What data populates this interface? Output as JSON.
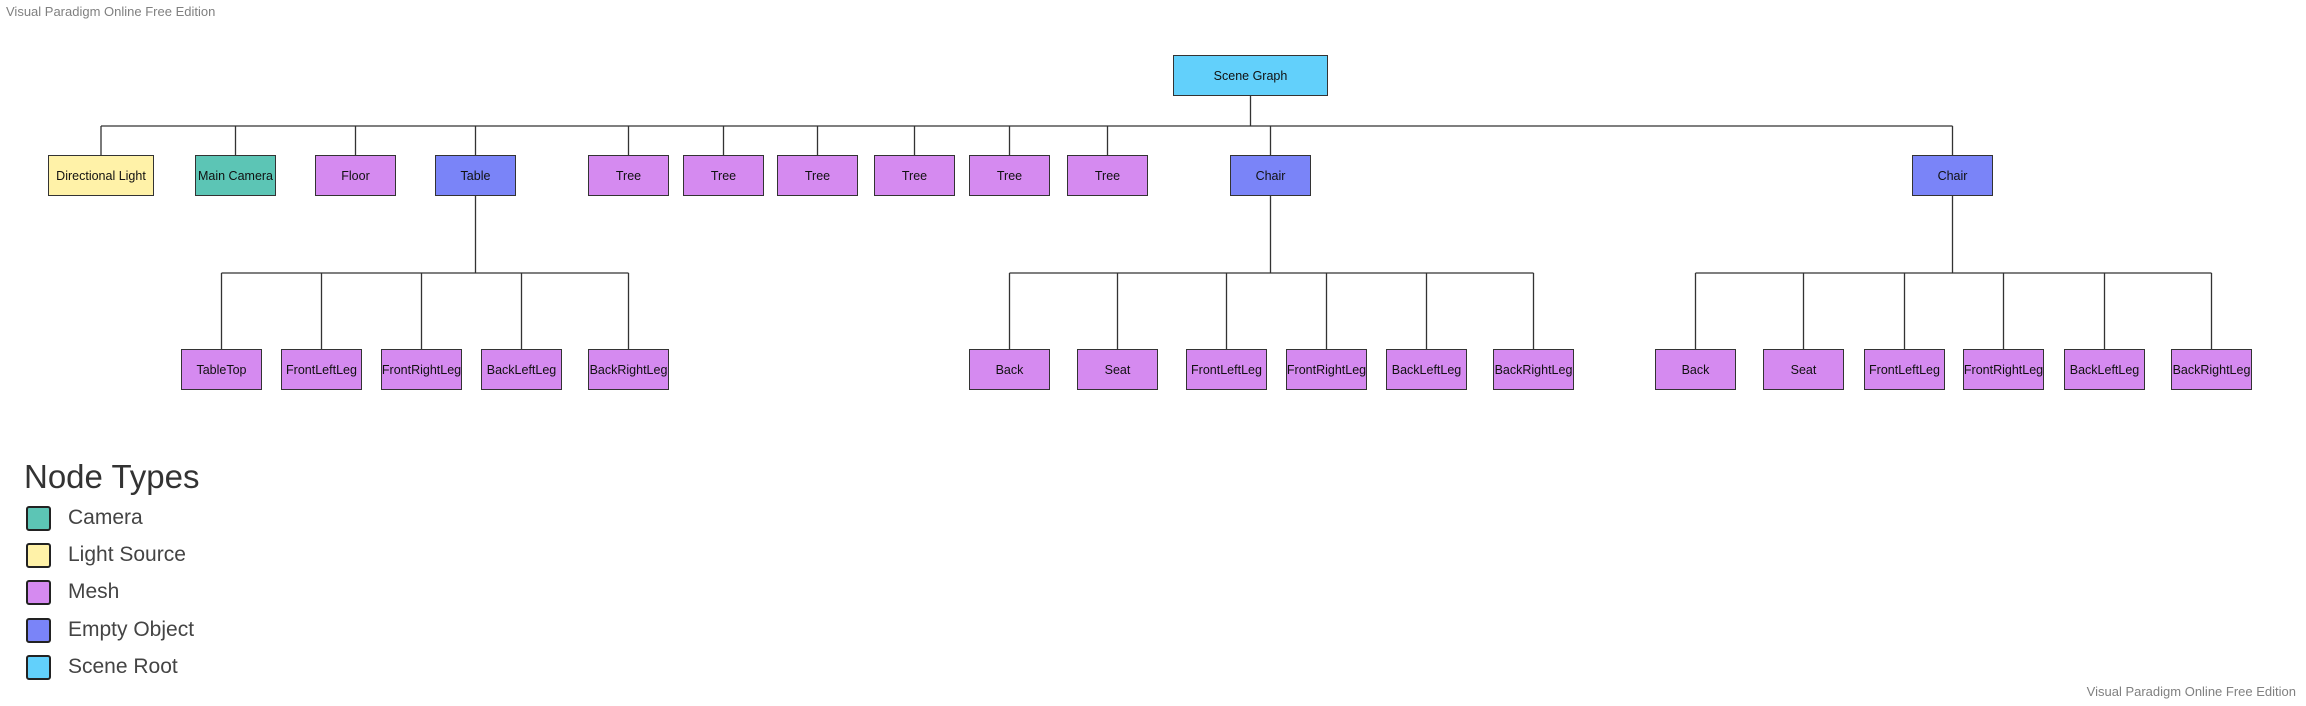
{
  "watermark": "Visual Paradigm Online Free Edition",
  "colors": {
    "camera": "#5cc5b5",
    "light": "#fff2a8",
    "mesh": "#d58af0",
    "empty": "#7a84f8",
    "root": "#62d0fb"
  },
  "nodes": [
    {
      "id": "root",
      "label": "Scene Graph",
      "type": "root"
    },
    {
      "id": "dlight",
      "label": "Directional Light",
      "type": "light",
      "parent": "root"
    },
    {
      "id": "camera",
      "label": "Main Camera",
      "type": "camera",
      "parent": "root"
    },
    {
      "id": "floor",
      "label": "Floor",
      "type": "mesh",
      "parent": "root"
    },
    {
      "id": "table",
      "label": "Table",
      "type": "empty",
      "parent": "root"
    },
    {
      "id": "tree1",
      "label": "Tree",
      "type": "mesh",
      "parent": "root"
    },
    {
      "id": "tree2",
      "label": "Tree",
      "type": "mesh",
      "parent": "root"
    },
    {
      "id": "tree3",
      "label": "Tree",
      "type": "mesh",
      "parent": "root"
    },
    {
      "id": "tree4",
      "label": "Tree",
      "type": "mesh",
      "parent": "root"
    },
    {
      "id": "tree5",
      "label": "Tree",
      "type": "mesh",
      "parent": "root"
    },
    {
      "id": "tree6",
      "label": "Tree",
      "type": "mesh",
      "parent": "root"
    },
    {
      "id": "chair1",
      "label": "Chair",
      "type": "empty",
      "parent": "root"
    },
    {
      "id": "chair2",
      "label": "Chair",
      "type": "empty",
      "parent": "root"
    },
    {
      "id": "t_top",
      "label": "TableTop",
      "type": "mesh",
      "parent": "table"
    },
    {
      "id": "t_fl",
      "label": "FrontLeftLeg",
      "type": "mesh",
      "parent": "table"
    },
    {
      "id": "t_fr",
      "label": "FrontRightLeg",
      "type": "mesh",
      "parent": "table"
    },
    {
      "id": "t_bl",
      "label": "BackLeftLeg",
      "type": "mesh",
      "parent": "table"
    },
    {
      "id": "t_br",
      "label": "BackRightLeg",
      "type": "mesh",
      "parent": "table"
    },
    {
      "id": "c1_back",
      "label": "Back",
      "type": "mesh",
      "parent": "chair1"
    },
    {
      "id": "c1_seat",
      "label": "Seat",
      "type": "mesh",
      "parent": "chair1"
    },
    {
      "id": "c1_fl",
      "label": "FrontLeftLeg",
      "type": "mesh",
      "parent": "chair1"
    },
    {
      "id": "c1_fr",
      "label": "FrontRightLeg",
      "type": "mesh",
      "parent": "chair1"
    },
    {
      "id": "c1_bl",
      "label": "BackLeftLeg",
      "type": "mesh",
      "parent": "chair1"
    },
    {
      "id": "c1_br",
      "label": "BackRightLeg",
      "type": "mesh",
      "parent": "chair1"
    },
    {
      "id": "c2_back",
      "label": "Back",
      "type": "mesh",
      "parent": "chair2"
    },
    {
      "id": "c2_seat",
      "label": "Seat",
      "type": "mesh",
      "parent": "chair2"
    },
    {
      "id": "c2_fl",
      "label": "FrontLeftLeg",
      "type": "mesh",
      "parent": "chair2"
    },
    {
      "id": "c2_fr",
      "label": "FrontRightLeg",
      "type": "mesh",
      "parent": "chair2"
    },
    {
      "id": "c2_bl",
      "label": "BackLeftLeg",
      "type": "mesh",
      "parent": "chair2"
    },
    {
      "id": "c2_br",
      "label": "BackRightLeg",
      "type": "mesh",
      "parent": "chair2"
    }
  ],
  "legend": {
    "title": "Node Types",
    "items": [
      {
        "type": "camera",
        "label": "Camera"
      },
      {
        "type": "light",
        "label": "Light Source"
      },
      {
        "type": "mesh",
        "label": "Mesh"
      },
      {
        "type": "empty",
        "label": "Empty Object"
      },
      {
        "type": "root",
        "label": "Scene Root"
      }
    ]
  }
}
